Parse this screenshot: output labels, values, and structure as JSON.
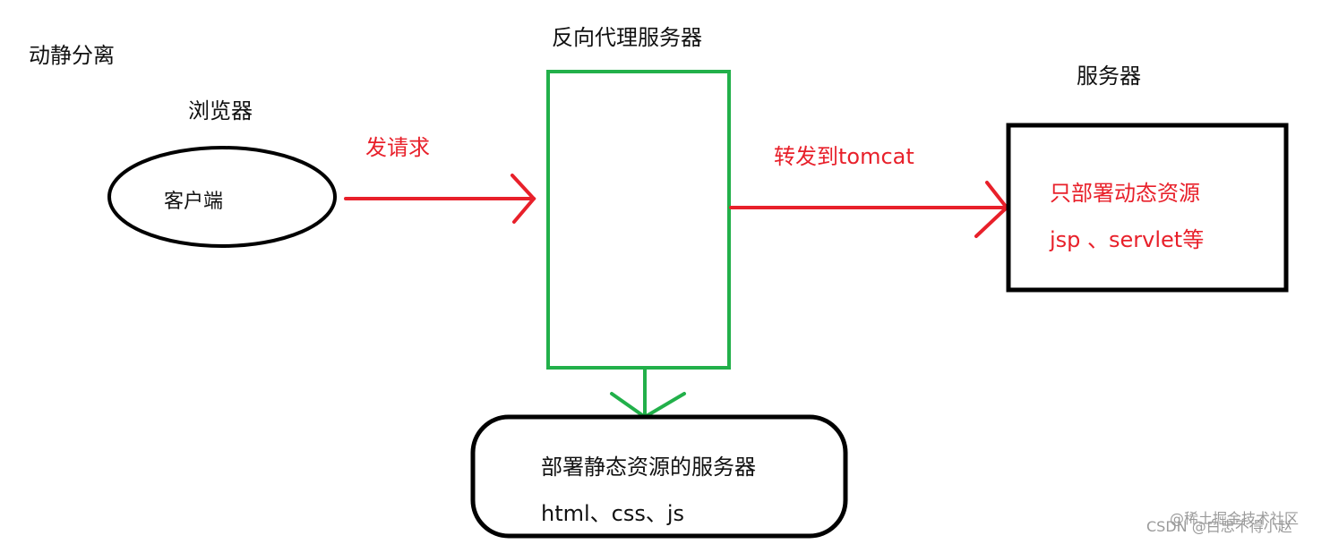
{
  "title": "动静分离",
  "colors": {
    "flow_arrow": "#e8202a",
    "proxy_box": "#22b04a",
    "outline": "#000000",
    "text_dark": "#111111",
    "text_red": "#e8202a",
    "watermark": "#9a9a9a"
  },
  "browser": {
    "heading": "浏览器",
    "node_label": "客户端"
  },
  "arrow_request": {
    "label": "发请求"
  },
  "proxy": {
    "heading": "反向代理服务器"
  },
  "arrow_forward": {
    "label": "转发到tomcat"
  },
  "server": {
    "heading": "服务器",
    "line1": "只部署动态资源",
    "line2": "jsp 、servlet等"
  },
  "static_server": {
    "line1": "部署静态资源的服务器",
    "line2": "html、css、js"
  },
  "watermark": {
    "line1": "@稀土掘金技术社区",
    "line2": "CSDN @白忠不得小赵"
  }
}
